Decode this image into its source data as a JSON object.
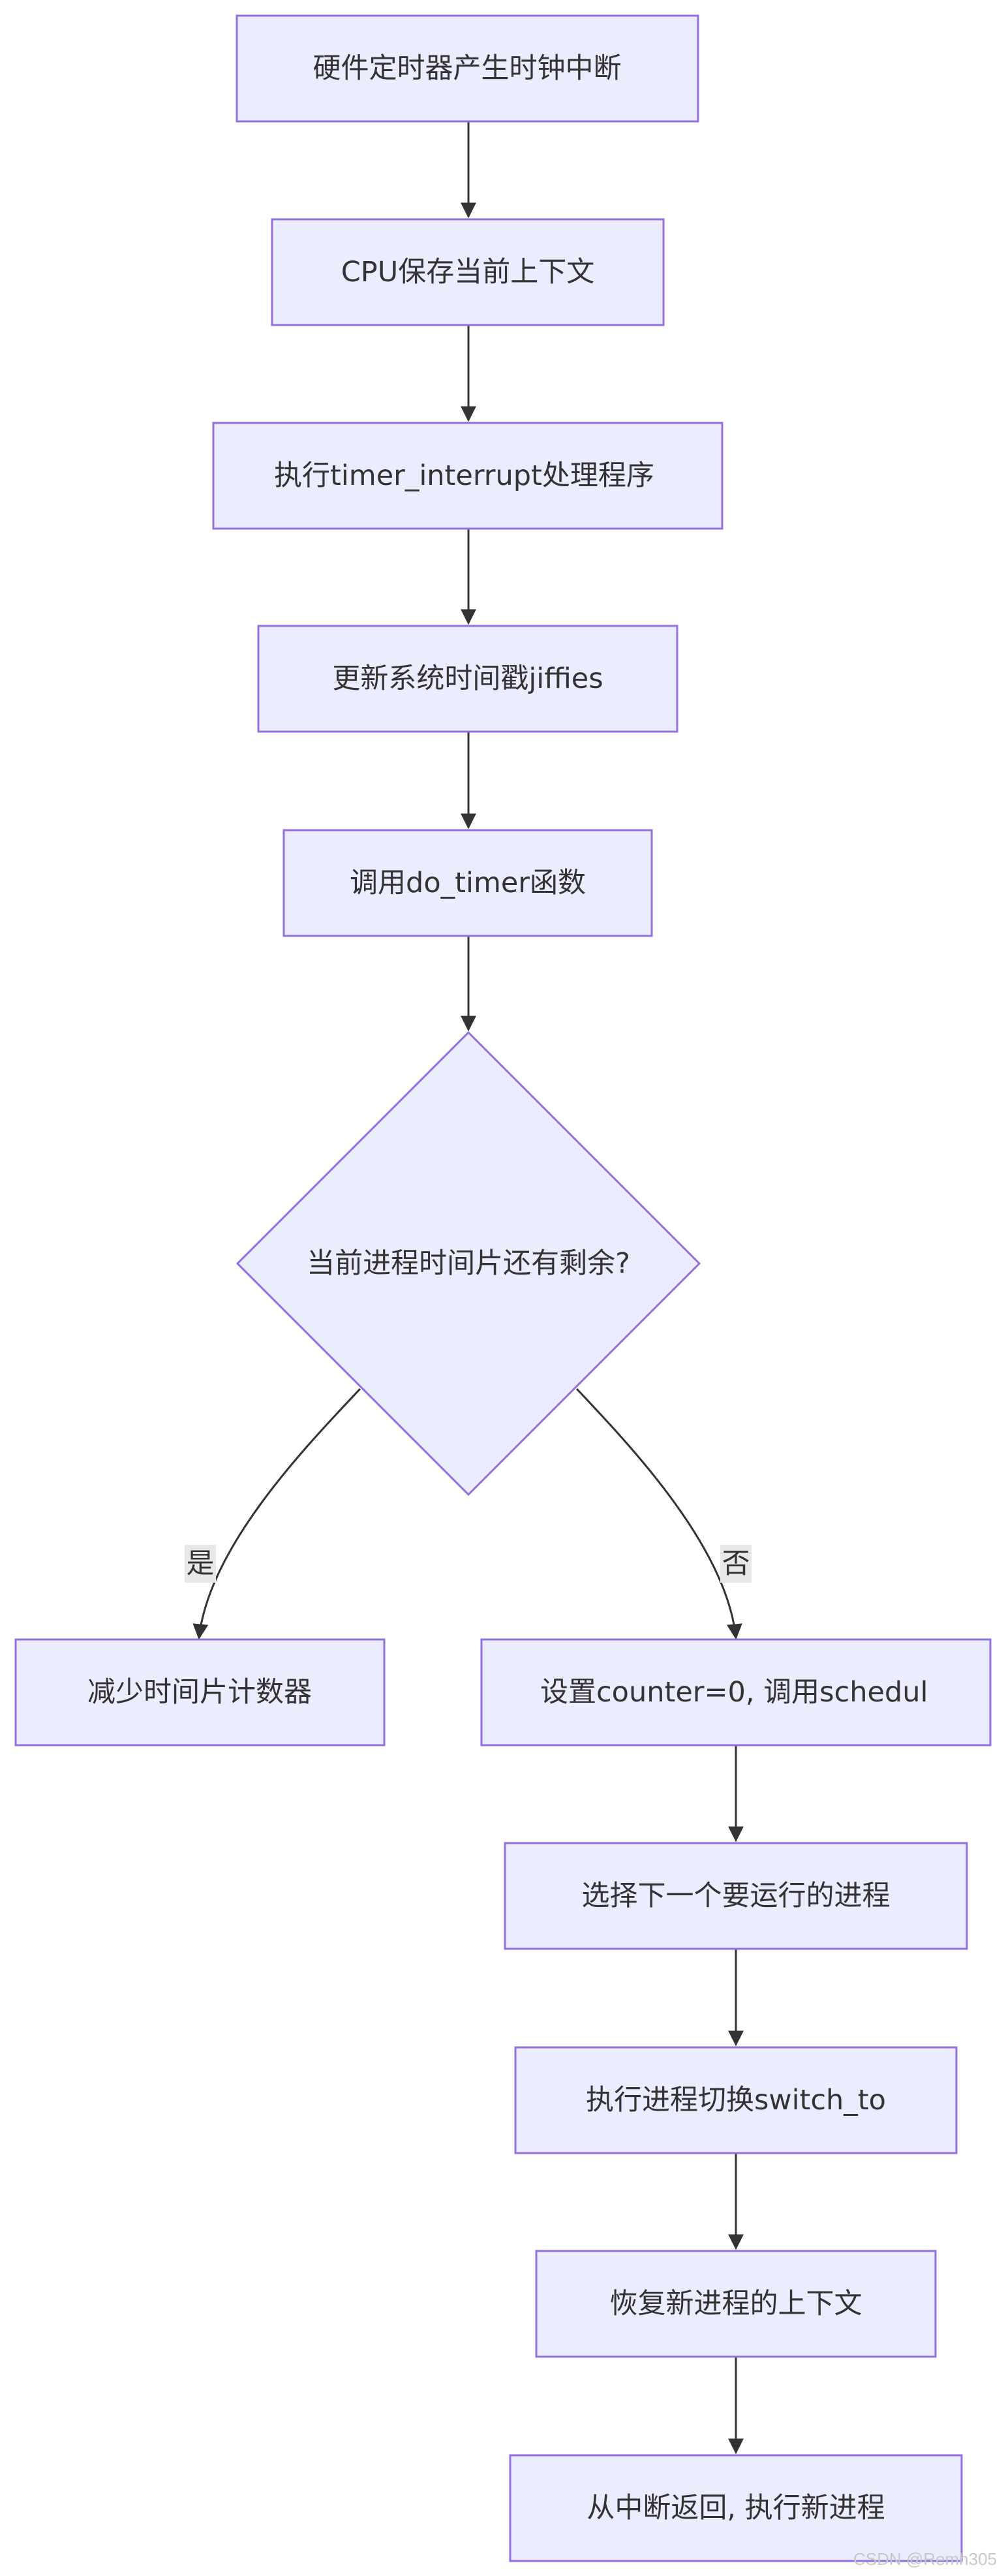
{
  "diagram": {
    "type": "flowchart",
    "colors": {
      "node_fill": "#ececff",
      "node_stroke": "#9370db",
      "edge": "#333333",
      "label_bg": "#e8e8e8",
      "text": "#333333"
    },
    "nodes": {
      "n1": "硬件定时器产生时钟中断",
      "n2": "CPU保存当前上下文",
      "n3": "执行timer_interrupt处理程序",
      "n4": "更新系统时间戳jiffies",
      "n5": "调用do_timer函数",
      "n6": "当前进程时间片还有剩余?",
      "n7": "减少时间片计数器",
      "n8": "设置counter=0, 调用schedul",
      "n9": "选择下一个要运行的进程",
      "n10": "执行进程切换switch_to",
      "n11": "恢复新进程的上下文",
      "n12": "从中断返回, 执行新进程"
    },
    "edge_labels": {
      "yes": "是",
      "no": "否"
    }
  },
  "watermark": "CSDN @Remh305"
}
